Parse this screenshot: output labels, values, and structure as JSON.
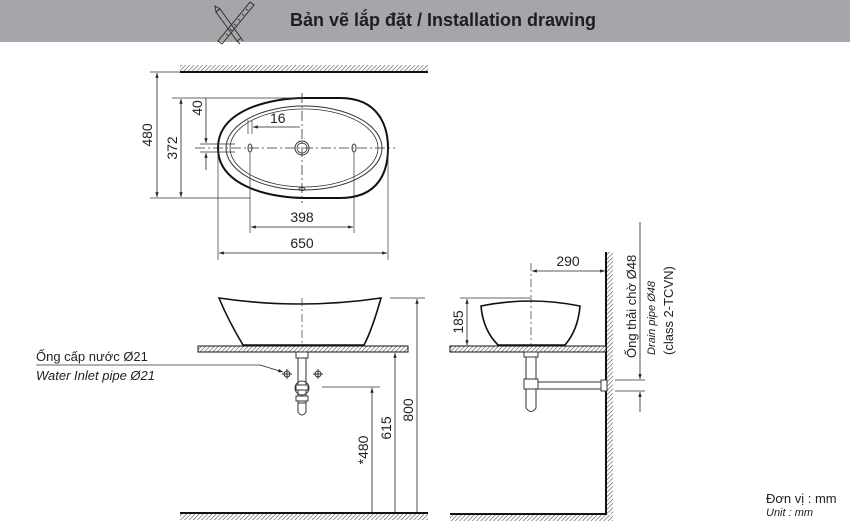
{
  "header": {
    "title": "Bản vẽ lắp đặt / Installation drawing",
    "icon": "pencil-ruler-icon",
    "background": "#a5a6a9"
  },
  "top_view": {
    "dimensions": {
      "overall_depth": "480",
      "bowl_depth": "372",
      "tap_hole_offset": "40",
      "tap_hole_dia": "16",
      "hole_spacing": "398",
      "overall_width": "650"
    }
  },
  "front_view": {
    "dimensions": {
      "counter_height": "800",
      "drain_height": "615",
      "inlet_height": "*480"
    },
    "inlet_label_vi": "Ống cấp nước Ø21",
    "inlet_label_en": "Water Inlet pipe Ø21"
  },
  "side_view": {
    "dimensions": {
      "wall_to_center": "290",
      "basin_height": "185"
    },
    "drain_label_vi": "Ống thải chờ Ø48",
    "drain_label_en": "Drain pipe Ø48",
    "drain_label_class": "(class 2-TCVN)"
  },
  "unit": {
    "vi": "Đơn vị : mm",
    "en": "Unit : mm"
  }
}
